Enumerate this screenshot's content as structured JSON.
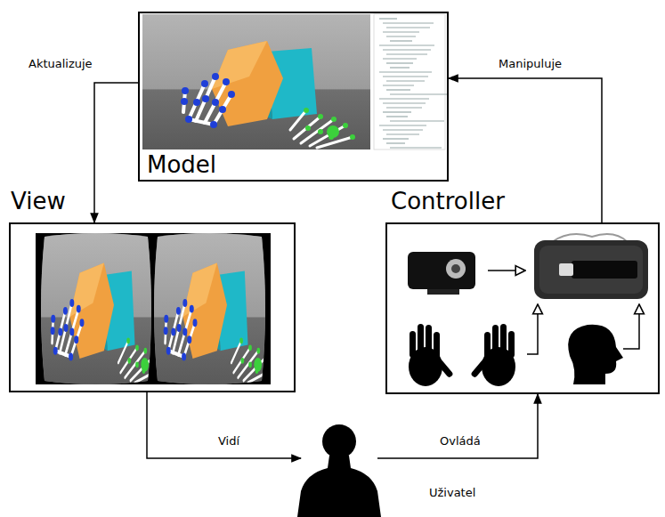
{
  "diagram": {
    "nodes": [
      {
        "text": [
          "Model"
        ]
      },
      {
        "text": [
          "View"
        ]
      },
      {
        "text": [
          "Controller"
        ]
      },
      {
        "text": [
          "Uživatel"
        ]
      }
    ],
    "edges": [
      {
        "from": 0,
        "to": 1,
        "label": "Aktualizuje",
        "arrow": "to"
      },
      {
        "from": 2,
        "to": 0,
        "label": "Manipuluje",
        "arrow": "to"
      },
      {
        "from": 1,
        "to": 3,
        "label": "Vidí",
        "arrow": "to"
      },
      {
        "from": 3,
        "to": 2,
        "label": "Ovládá",
        "arrow": "to"
      }
    ]
  }
}
